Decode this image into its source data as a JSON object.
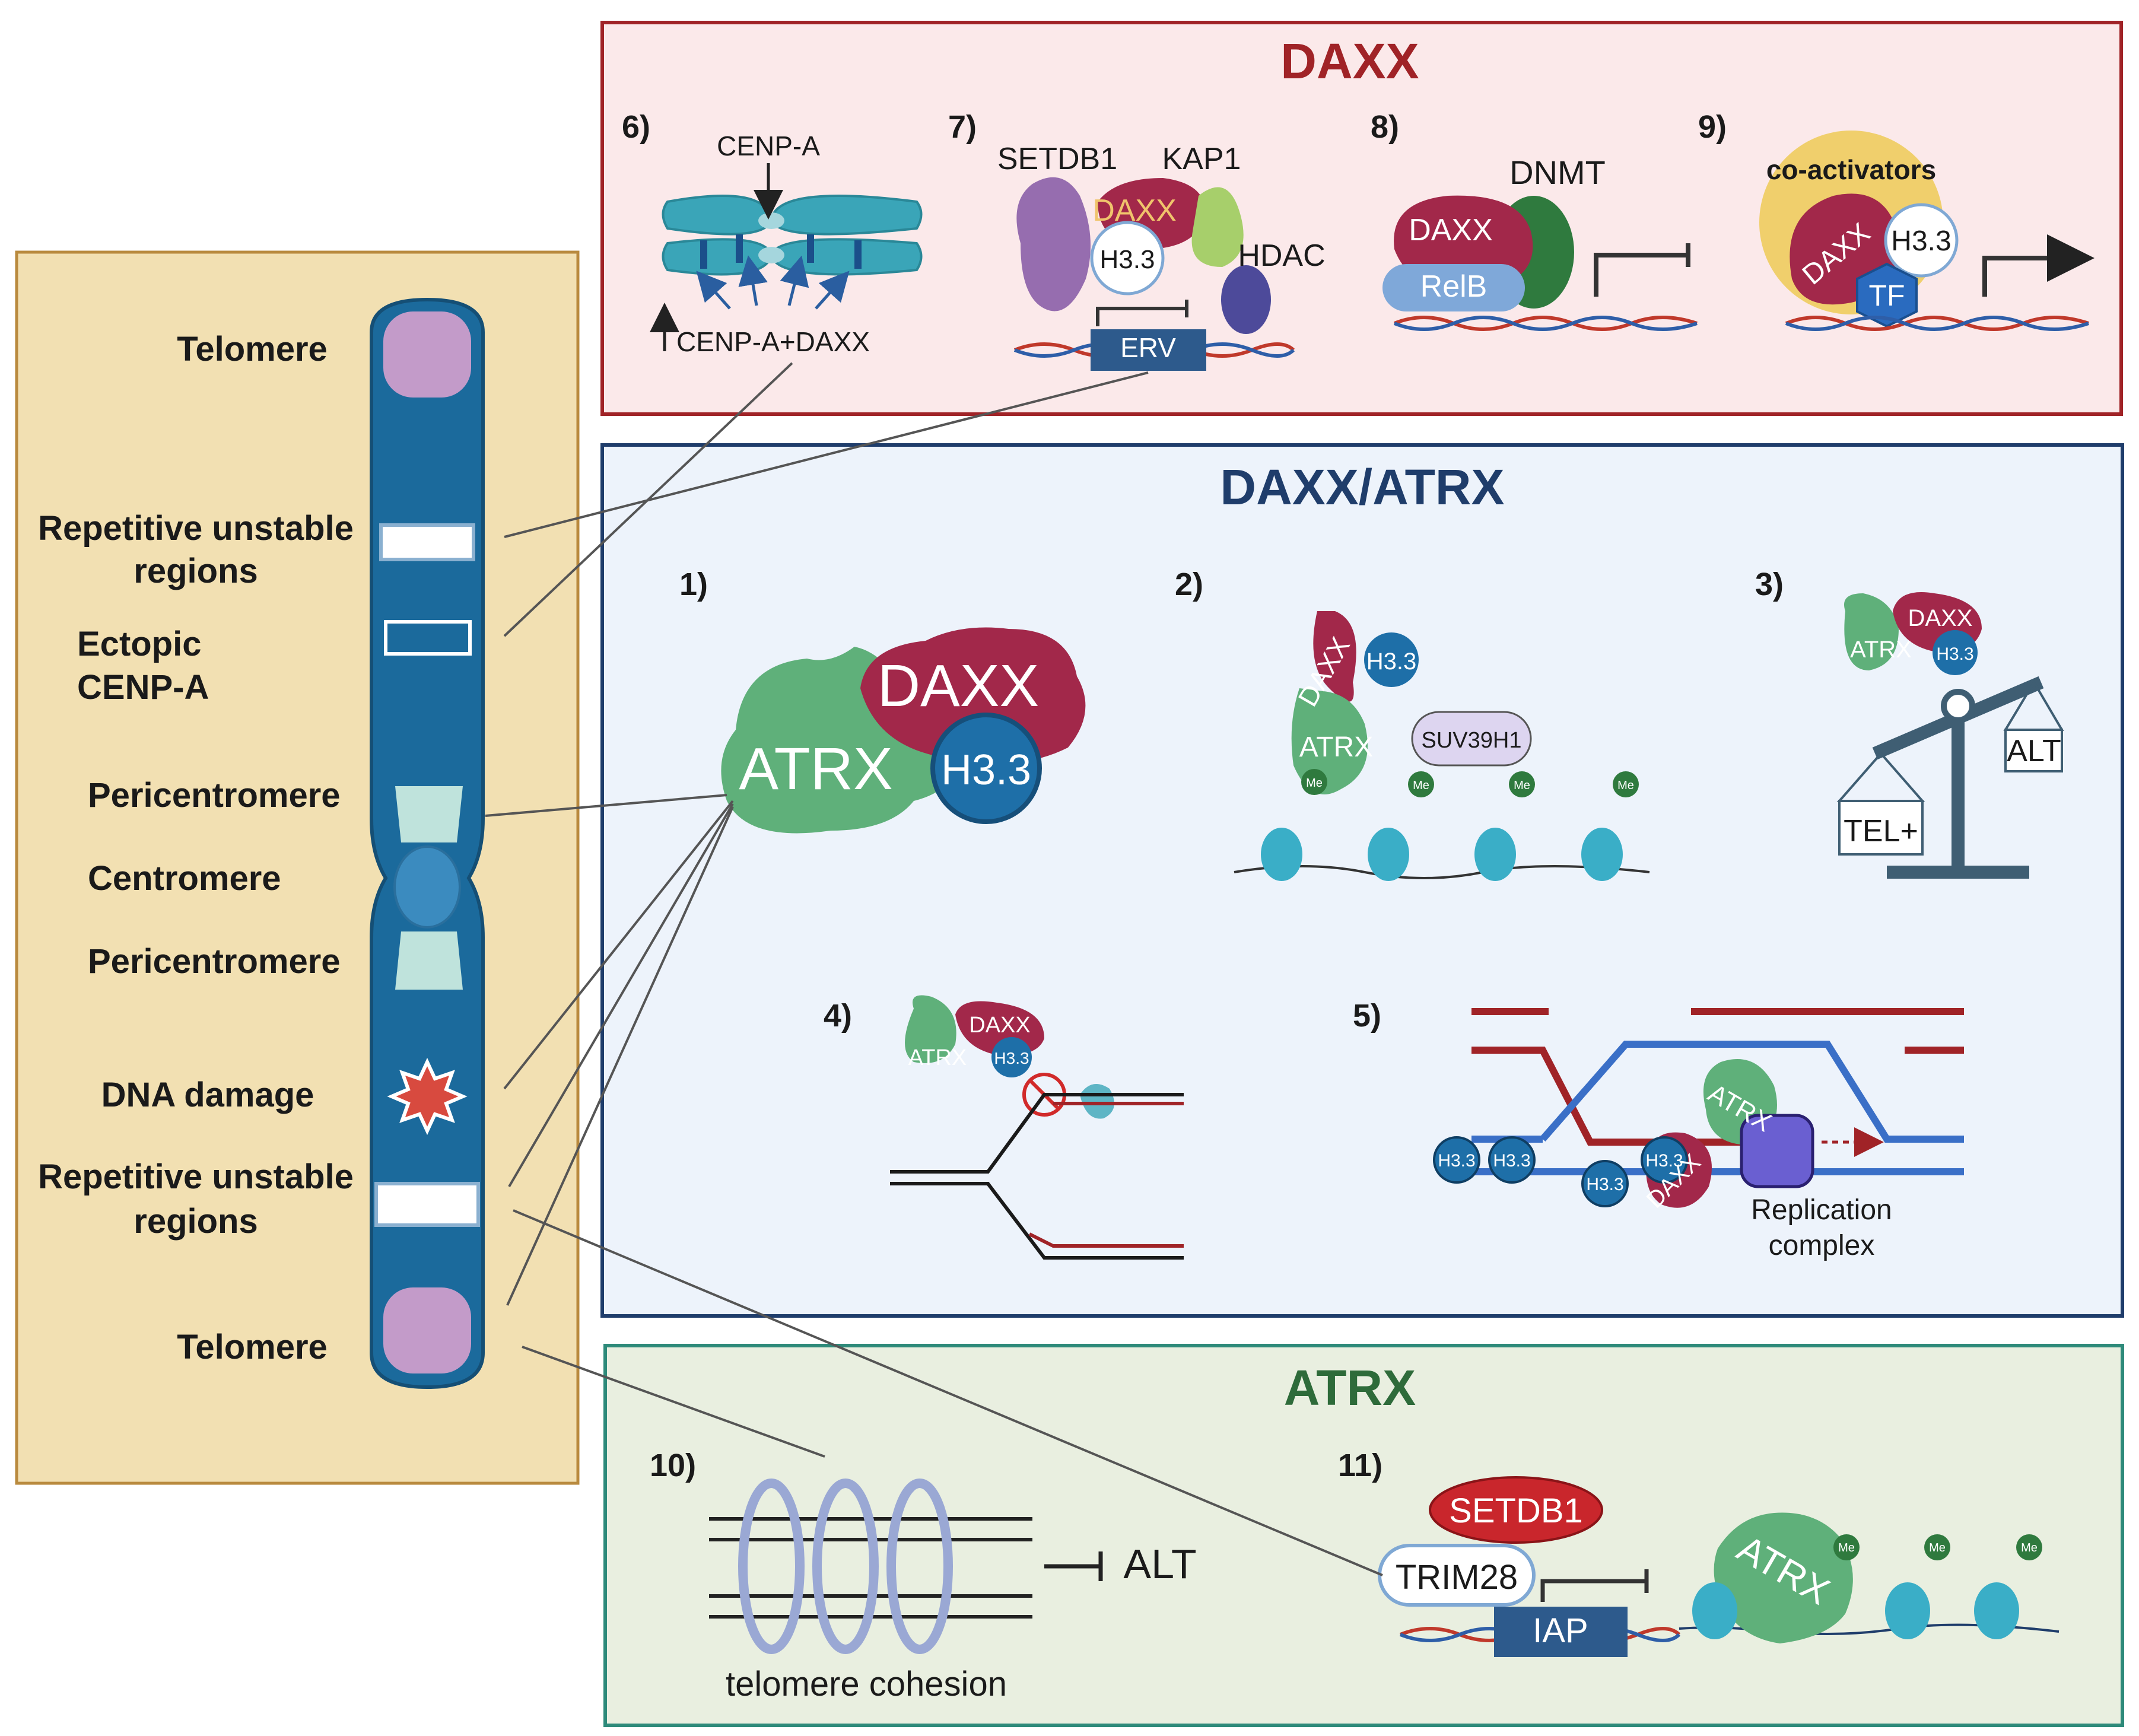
{
  "chromosome": {
    "labels": {
      "telomere_top": "Telomere",
      "repetitive_top_l1": "Repetitive unstable",
      "repetitive_top_l2": "regions",
      "ectopic_l1": "Ectopic",
      "ectopic_l2": "CENP-A",
      "pericentromere_top": "Pericentromere",
      "centromere": "Centromere",
      "pericentromere_bottom": "Pericentromere",
      "dna_damage": "DNA damage",
      "repetitive_bottom_l1": "Repetitive unstable",
      "repetitive_bottom_l2": "regions",
      "telomere_bottom": "Telomere"
    }
  },
  "panels": {
    "daxx": {
      "title": "DAXX",
      "color": "#a02327",
      "n6": "6)",
      "n7": "7)",
      "n8": "8)",
      "n9": "9)",
      "cenpa": "CENP-A",
      "cenpa_daxx": "CENP-A+DAXX",
      "setdb1": "SETDB1",
      "kap1": "KAP1",
      "daxx": "DAXX",
      "h33": "H3.3",
      "hdac": "HDAC",
      "erv": "ERV",
      "dnmt": "DNMT",
      "relb": "RelB",
      "coactivators": "co-activators",
      "tf": "TF"
    },
    "daxx_atrx": {
      "title": "DAXX/ATRX",
      "color": "#1f3d6b",
      "n1": "1)",
      "n2": "2)",
      "n3": "3)",
      "n4": "4)",
      "n5": "5)",
      "atrx": "ATRX",
      "daxx": "DAXX",
      "h33": "H3.3",
      "suv39h1": "SUV39H1",
      "me": "Me",
      "alt": "ALT",
      "tel": "TEL+",
      "replication_l1": "Replication",
      "replication_l2": "complex"
    },
    "atrx": {
      "title": "ATRX",
      "color": "#2e6b3a",
      "n10": "10)",
      "n11": "11)",
      "alt": "ALT",
      "cohesion": "telomere cohesion",
      "setdb1": "SETDB1",
      "trim28": "TRIM28",
      "iap": "IAP",
      "atrx": "ATRX",
      "me": "Me"
    }
  },
  "colors": {
    "atrx_green": "#5fb07a",
    "daxx_red": "#a2284a",
    "h33_blue": "#1e6fa8",
    "chromosome_blue": "#1b6a9c",
    "telomere_purple": "#c39bc9",
    "panel_daxx_bg": "#fbe9ea",
    "panel_daxx_atrx_bg": "#edf3fb",
    "panel_atrx_bg": "#e9efe0",
    "left_panel_bg": "#f2e0b2"
  }
}
